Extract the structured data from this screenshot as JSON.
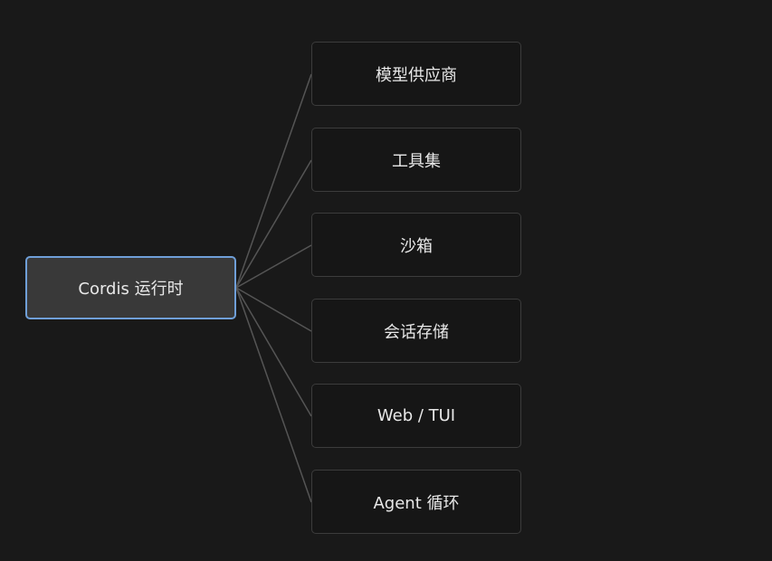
{
  "diagram": {
    "root": {
      "label": "Cordis 运行时"
    },
    "children": [
      {
        "label": "模型供应商"
      },
      {
        "label": "工具集"
      },
      {
        "label": "沙箱"
      },
      {
        "label": "会话存储"
      },
      {
        "label": "Web / TUI"
      },
      {
        "label": "Agent 循环"
      }
    ]
  },
  "colors": {
    "background": "#191919",
    "root_fill": "#393939",
    "root_border": "#6f9fd8",
    "child_fill": "#161616",
    "child_border": "#3c3c3c",
    "connector": "#555555",
    "text": "#e8e8e8"
  }
}
